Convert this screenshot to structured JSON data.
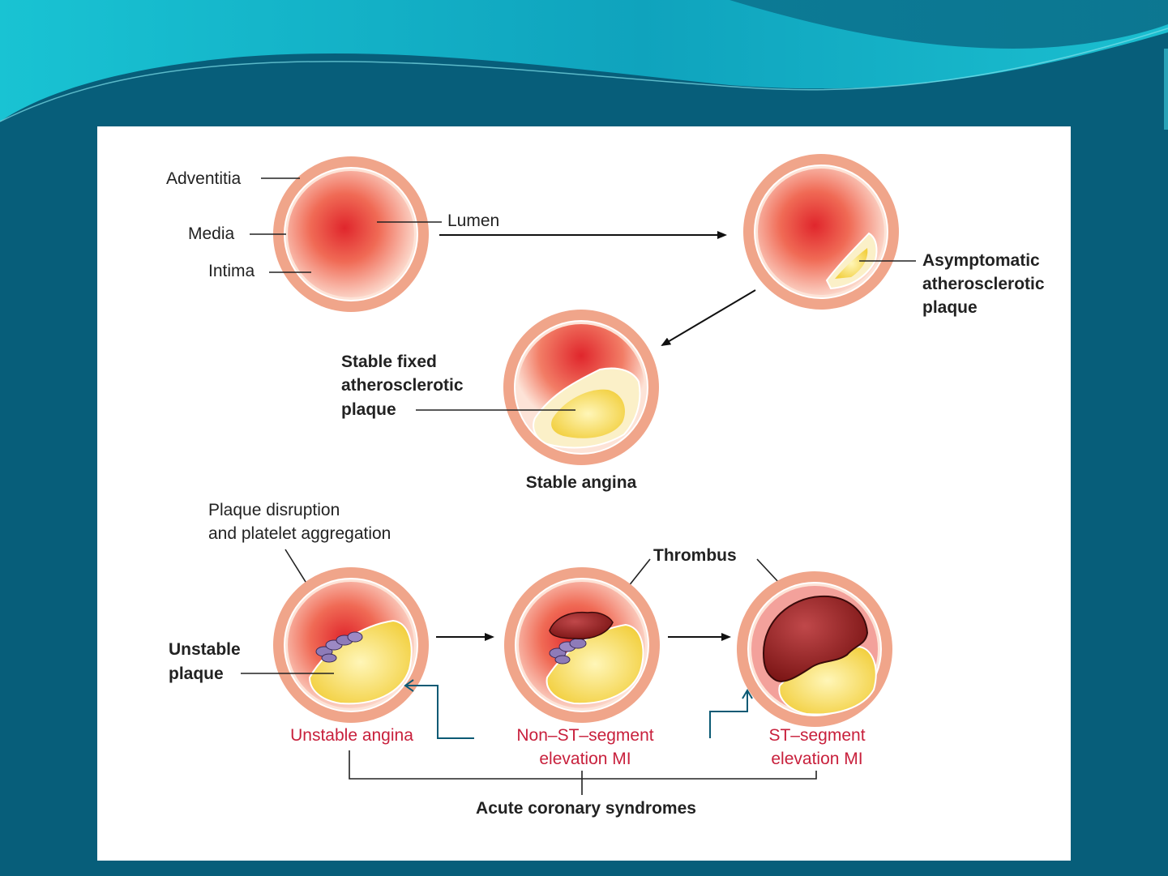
{
  "slide": {
    "colors": {
      "background": "#075e7a",
      "wave_light": "#14b5c9",
      "wave_dark": "#0b6b86",
      "accent_arrow": "#0b5a74",
      "ring_outer": "#f0a58a",
      "ring_inner": "#f7c9b3",
      "lumen_center": "#e0262c",
      "plaque": "#f5d94a",
      "thrombus": "#8b1a1a",
      "platelets": "#8e7bb8",
      "syndrome_text": "#c8203c"
    }
  },
  "figure": {
    "normal_artery": {
      "adventitia": "Adventitia",
      "media": "Media",
      "intima": "Intima",
      "lumen": "Lumen"
    },
    "asymptomatic": {
      "line1": "Asymptomatic",
      "line2": "atherosclerotic",
      "line3": "plaque"
    },
    "stable": {
      "line1": "Stable fixed",
      "line2": "atherosclerotic",
      "line3": "plaque",
      "caption": "Stable angina"
    },
    "disruption": {
      "line1": "Plaque disruption",
      "line2": "and platelet aggregation"
    },
    "thrombus": "Thrombus",
    "unstable_plaque": {
      "line1": "Unstable",
      "line2": "plaque"
    },
    "syndromes": {
      "unstable_angina": "Unstable angina",
      "nstemi_line1": "Non–ST–segment",
      "nstemi_line2": "elevation MI",
      "stemi_line1": "ST–segment",
      "stemi_line2": "elevation MI",
      "group_label": "Acute coronary syndromes"
    }
  }
}
